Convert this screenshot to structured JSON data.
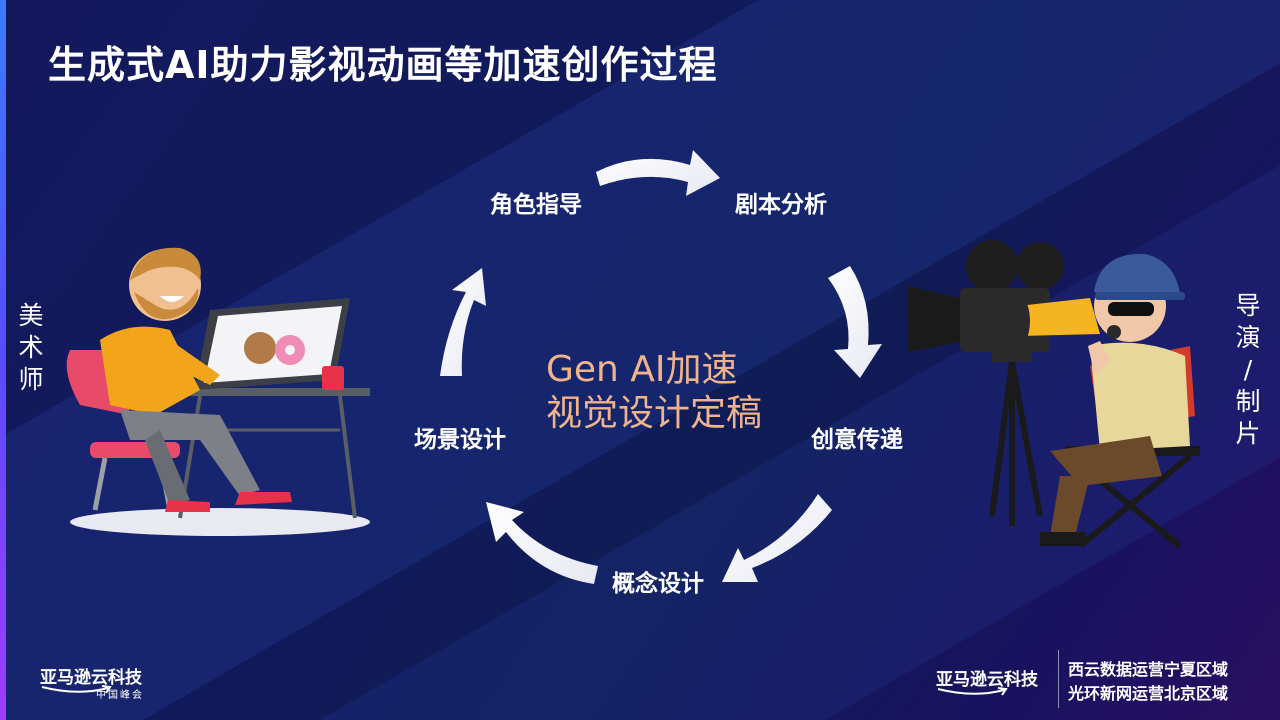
{
  "title": "生成式AI助力影视动画等加速创作过程",
  "steps": {
    "top_left": "角色指导",
    "top_right": "剧本分析",
    "right": "创意传递",
    "bottom": "概念设计",
    "left": "场景设计"
  },
  "center": {
    "line1": "Gen AI加速",
    "line2": "视觉设计定稿"
  },
  "side_labels": {
    "left": [
      "美",
      "术",
      "师"
    ],
    "right": [
      "导",
      "演",
      "/",
      "制",
      "片"
    ]
  },
  "footer": {
    "left_logo": "亚马逊云科技",
    "left_sub": "中国峰会",
    "right_logo": "亚马逊云科技",
    "region_1": "西云数据运营宁夏区域",
    "region_2": "光环新网运营北京区域"
  },
  "colors": {
    "accent_text": "#f0b48c",
    "left_bar": "#3a7bff"
  }
}
